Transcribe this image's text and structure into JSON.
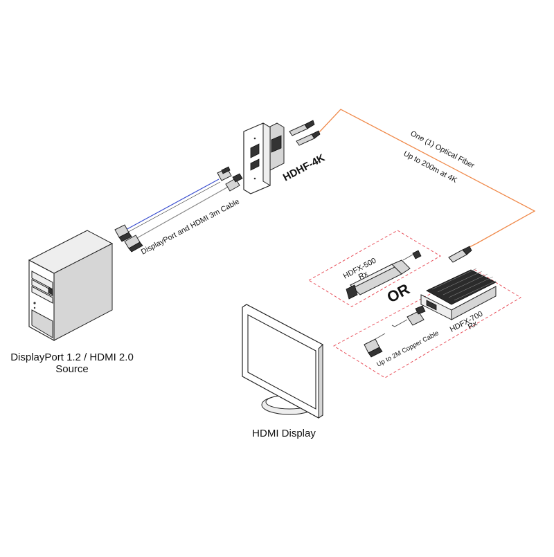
{
  "labels": {
    "source": [
      "DisplayPort 1.2 / HDMI 2.0",
      "Source"
    ],
    "display": "HDMI Display",
    "transmitter": "HDHF-4K",
    "cable": "DisplayPort and HDMI 3m Cable",
    "fiber": [
      "One (1) Optical Fiber",
      "Up to 200m at 4K"
    ],
    "receiver_500": [
      "HDFX-500",
      "Rx"
    ],
    "receiver_700": [
      "HDFX-700",
      "Rx"
    ],
    "or": "OR",
    "copper": "Up to 2M Copper Cable"
  },
  "colors": {
    "fiber_line": "#f08a4b",
    "dashed_box": "#e8505b",
    "dp_cable": "#3b4fd0",
    "hdmi_cable": "#888888"
  },
  "icons": [
    "computer-tower-icon",
    "wall-plate-icon",
    "fiber-connector-icon",
    "monitor-icon",
    "receiver-dongle-icon",
    "receiver-box-icon",
    "hdmi-plug-icon",
    "displayport-plug-icon"
  ]
}
